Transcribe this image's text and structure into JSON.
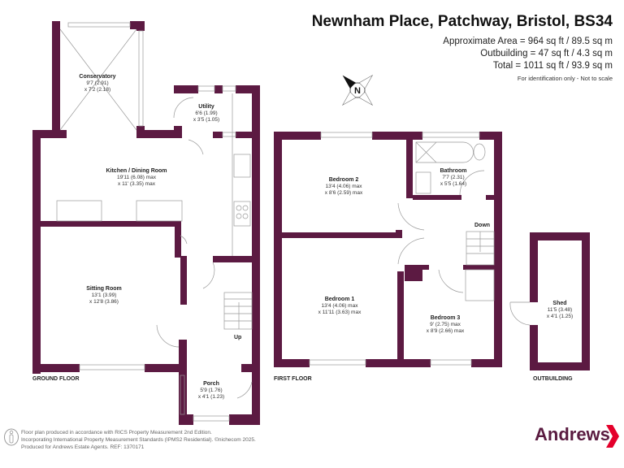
{
  "header": {
    "title": "Newnham Place, Patchway, Bristol, BS34",
    "approx_area": "Approximate Area = 964 sq ft / 89.5 sq m",
    "outbuilding_area": "Outbuilding = 47 sq ft / 4.3 sq m",
    "total_area": "Total = 1011 sq ft / 93.9 sq m",
    "disclaimer": "For identification only - Not to scale"
  },
  "compass": {
    "icon": "north-compass-icon",
    "label": "N"
  },
  "colors": {
    "wall": "#5c1a42",
    "line": "#999999",
    "brand": "#5a1b40",
    "brand_arrow": "#e4002b"
  },
  "ground_floor": {
    "label": "GROUND FLOOR",
    "rooms": [
      {
        "name": "Conservatory",
        "dim1": "9'7 (2.91)",
        "dim2": "x 7'2 (2.18)"
      },
      {
        "name": "Utility",
        "dim1": "6'6 (1.99)",
        "dim2": "x 3'5 (1.05)"
      },
      {
        "name": "Kitchen / Dining Room",
        "dim1": "19'11 (6.08) max",
        "dim2": "x 11' (3.35) max"
      },
      {
        "name": "Sitting Room",
        "dim1": "13'1 (3.99)",
        "dim2": "x 12'8 (3.86)"
      },
      {
        "name": "Porch",
        "dim1": "5'9 (1.76)",
        "dim2": "x 4'1 (1.23)"
      }
    ],
    "stairs_label": "Up"
  },
  "first_floor": {
    "label": "FIRST FLOOR",
    "rooms": [
      {
        "name": "Bedroom 2",
        "dim1": "13'4 (4.06) max",
        "dim2": "x 8'6 (2.59) max"
      },
      {
        "name": "Bathroom",
        "dim1": "7'7 (2.31)",
        "dim2": "x 5'5 (1.64)"
      },
      {
        "name": "Bedroom 1",
        "dim1": "13'4 (4.06) max",
        "dim2": "x 11'11 (3.63) max"
      },
      {
        "name": "Bedroom 3",
        "dim1": "9' (2.75) max",
        "dim2": "x 8'9 (2.66) max"
      }
    ],
    "stairs_label": "Down"
  },
  "outbuilding": {
    "label": "OUTBUILDING",
    "rooms": [
      {
        "name": "Shed",
        "dim1": "11'5 (3.48)",
        "dim2": "x 4'1 (1.25)"
      }
    ]
  },
  "footer": {
    "line1": "Floor plan produced in accordance with RICS Property Measurement 2nd Edition.",
    "line2": "Incorporating International Property Measurement Standards (IPMS2 Residential).   ©nichecom 2025.",
    "line3": "Produced for Andrews Estate Agents.   REF: 1370171"
  },
  "brand": {
    "name": "Andrews"
  }
}
